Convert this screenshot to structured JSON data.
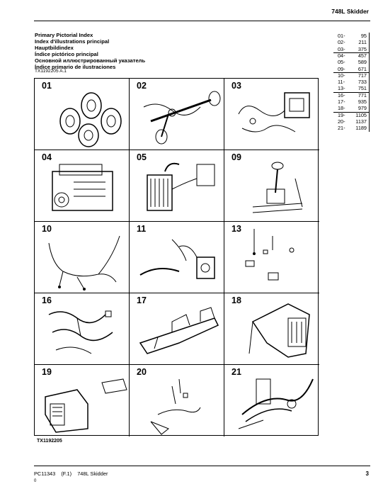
{
  "header": {
    "title": "748L Skidder"
  },
  "index_titles": [
    "Primary Pictorial Index",
    "Index d'illustrations principal",
    "Hauptbildindex",
    "Índice pictórico principal",
    "Основной иллюстрированный указатель",
    "Índice primario de ilustraciones"
  ],
  "figure_code": "TX1192205 A.1",
  "figure_code_bottom": "TX1192205",
  "cells": [
    {
      "num": "01",
      "icon": "tires-icon"
    },
    {
      "num": "02",
      "icon": "axle-icon"
    },
    {
      "num": "03",
      "icon": "transmission-icon"
    },
    {
      "num": "04",
      "icon": "engine-icon"
    },
    {
      "num": "05",
      "icon": "radiator-icon"
    },
    {
      "num": "09",
      "icon": "steering-icon"
    },
    {
      "num": "10",
      "icon": "wiring-harness-icon"
    },
    {
      "num": "11",
      "icon": "hydraulic-pump-icon"
    },
    {
      "num": "13",
      "icon": "small-parts-icon"
    },
    {
      "num": "16",
      "icon": "harness-assembly-icon"
    },
    {
      "num": "17",
      "icon": "frame-icon"
    },
    {
      "num": "18",
      "icon": "cab-icon"
    },
    {
      "num": "19",
      "icon": "hood-icon"
    },
    {
      "num": "20",
      "icon": "electrical-icon"
    },
    {
      "num": "21",
      "icon": "boom-icon"
    }
  ],
  "section_index": [
    {
      "sec": "01-",
      "page": "95"
    },
    {
      "sec": "02-",
      "page": "211"
    },
    {
      "sec": "03-",
      "page": "375"
    },
    {
      "sec": "04-",
      "page": "457"
    },
    {
      "sec": "05-",
      "page": "589"
    },
    {
      "sec": "09-",
      "page": "671"
    },
    {
      "sec": "10-",
      "page": "717"
    },
    {
      "sec": "11-",
      "page": "733"
    },
    {
      "sec": "13-",
      "page": "751"
    },
    {
      "sec": "16-",
      "page": "771"
    },
    {
      "sec": "17-",
      "page": "935"
    },
    {
      "sec": "18-",
      "page": "979"
    },
    {
      "sec": "19-",
      "page": "1105"
    },
    {
      "sec": "20-",
      "page": "1137"
    },
    {
      "sec": "21-",
      "page": "1189"
    }
  ],
  "footer": {
    "doc": "PC11343",
    "rev": "(F.1)",
    "model": "748L Skidder",
    "sub": "0",
    "page": "3"
  }
}
